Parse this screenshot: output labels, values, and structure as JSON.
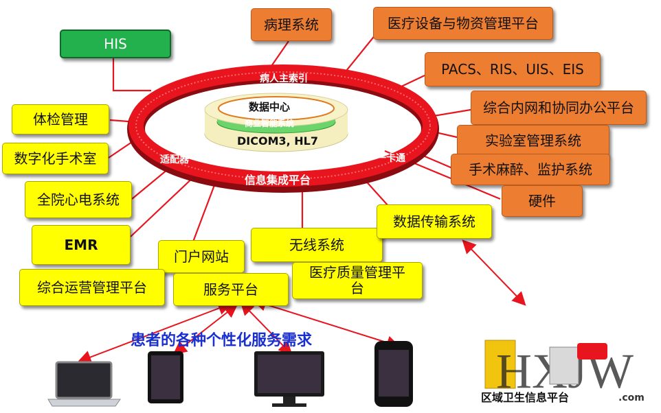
{
  "nodes": {
    "his": "HIS",
    "pathology": "病理系统",
    "equipment": "医疗设备与物资管理平台",
    "pacs": "PACS、RIS、UIS、EIS",
    "intranet": "综合内网和协同办公平台",
    "lab": "实验室管理系统",
    "anesthesia": "手术麻醉、监护系统",
    "hardware": "硬件",
    "checkup": "体检管理",
    "digital_or": "数字化手术室",
    "ecg": "全院心电系统",
    "emr": "EMR",
    "portal": "门户网站",
    "wireless": "无线系统",
    "data_transfer": "数据传输系统",
    "ops": "综合运营管理平台",
    "service": "服务平台",
    "quality": "医疗质量管理平台"
  },
  "ring": {
    "top": "病人主索引",
    "left": "适配器",
    "right": "一卡通",
    "bottom": "信息集成平台",
    "data_center": "数据中心",
    "bi": "商业智能系统",
    "standards": "DICOM3, HL7"
  },
  "footer": {
    "title": "患者的各种个性化服务需求",
    "regional": "区域卫生信息平台",
    "watermark_com": ".com"
  },
  "colors": {
    "ring": "#e8141e",
    "orange": "#ed7d31",
    "yellow": "#ffff00",
    "green": "#22b14c"
  }
}
